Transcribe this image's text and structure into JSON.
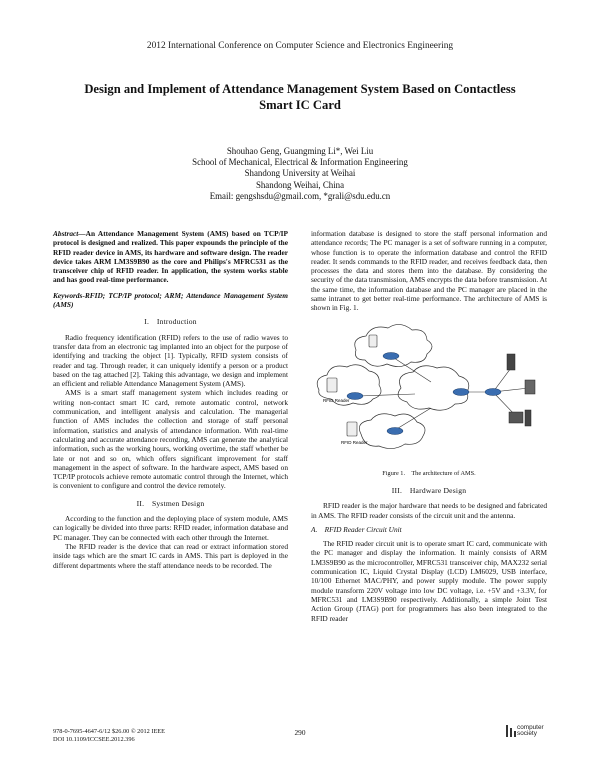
{
  "header": {
    "conference": "2012 International Conference on Computer Science and Electronics Engineering"
  },
  "title": "Design and Implement of Attendance Management System Based on Contactless Smart IC Card",
  "authors": {
    "names": "Shouhao Geng, Guangming Li*, Wei Liu",
    "affiliation": "School of Mechanical, Electrical & Information Engineering",
    "university": "Shandong University at Weihai",
    "location": "Shandong Weihai, China",
    "email": "Email: gengshsdu@gmail.com, *grali@sdu.edu.cn"
  },
  "abstract": {
    "label": "Abstract—",
    "text": "An Attendance Management System (AMS) based on TCP/IP protocol is designed and realized. This paper expounds the principle of the RFID reader device in AMS, its hardware and software design. The reader device takes ARM LM3S9B90 as the core and Philips's MFRC531 as the transceiver chip of RFID reader. In application, the system works stable and has good real-time performance."
  },
  "keywords": {
    "label": "Keywords-",
    "text": "RFID; TCP/IP protocol; ARM; Attendance Management System (AMS)"
  },
  "sections": {
    "intro": {
      "heading": "I. Introduction",
      "p1": "Radio frequency identification (RFID) refers to the use of radio waves to transfer data from an electronic tag implanted into an object for the purpose of identifying and tracking the object [1]. Typically, RFID system consists of reader and tag. Through reader, it can uniquely identify a person or a product based on the tag attached [2]. Taking this advantage, we design and implement an efficient and reliable Attendance Management System (AMS).",
      "p2": "AMS is a smart staff management system which includes reading or writing non-contact smart IC card, remote automatic control, network communication, and intelligent analysis and calculation. The managerial function of AMS includes the collection and storage of staff personal information, statistics and analysis of attendance information. With real-time calculating and accurate attendance recording, AMS can generate the analytical information, such as the working hours, working overtime, the staff whether be late or not and so on, which offers significant improvement for staff management in the aspect of software. In the hardware aspect, AMS based on TCP/IP protocols achieve remote automatic control through the Internet, which is convenient to configure and control the device remotely."
    },
    "system": {
      "heading": "II. Systmen Design",
      "p1": "According to the function and the deploying place of system module, AMS can logically be divided into three parts: RFID reader, information database and PC manager. They can be connected with each other through the Internet.",
      "p2": "The RFID reader is the device that can read or extract information stored inside tags which are the smart IC cards in AMS. This part is deployed in the different departments where the staff attendance needs to be recorded. The"
    },
    "right_col_top": "information database is designed to store the staff personal information and attendance records; The PC manager is a set of software running in a computer, whose function is to operate the information database and control the RFID reader. It sends commands to the RFID reader, and receives feedback data, then processes the data and stores them into the database. By considering the security of the data transmission, AMS encrypts the data before transmission. At the same time, the information database and the PC manager are placed in the same intranet to get better real-time performance. The architecture of AMS is shown in Fig. 1.",
    "figure": {
      "caption": "Figure 1. The architecture of AMS.",
      "labels": {
        "rfid_reader_1": "RFID Reader",
        "rfid_reader_2": "RFID Reader"
      }
    },
    "hardware": {
      "heading": "III. Hardware Design",
      "p1": "RFID reader is the major hardware that needs to be designed and fabricated in AMS. The RFID reader consists of the circuit unit and the antenna.",
      "subheading": "A. RFID Reader Circuit Unit",
      "p2": "The RFID reader circuit unit is to operate smart IC card, communicate with the PC manager and display the information. It mainly consists of ARM LM3S9B90 as the microcontroller, MFRC531 transceiver chip, MAX232 serial communication IC, Liquid Crystal Display (LCD) LM6029, USB interface, 10/100 Ethernet MAC/PHY, and power supply module. The power supply module transform 220V voltage into low DC voltage, i.e. +5V and +3.3V, for MFRC531 and LM3S9B90 respectively. Additionally, a simple Joint Test Action Group (JTAG) port for programmers has also been integrated to the RFID reader"
    }
  },
  "footer": {
    "isbn": "978-0-7695-4647-6/12 $26.00 © 2012 IEEE",
    "doi": "DOI 10.1109/ICCSEE.2012.396",
    "page": "290",
    "logo_text": "computer\nsociety"
  }
}
